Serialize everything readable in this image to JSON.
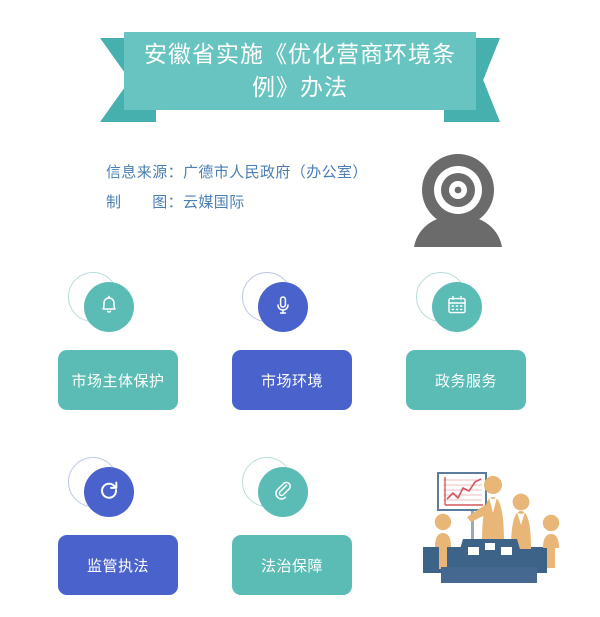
{
  "banner": {
    "title": "安徽省实施《优化营商环境条例》办法",
    "fill_color": "#68c4c0",
    "flap_color": "#45b0ad",
    "text_color": "#ffffff"
  },
  "source": {
    "text_color": "#4a7fb5",
    "lines": [
      "信息来源：广德市人民政府（办公室）",
      "制　　图：云媒国际"
    ]
  },
  "camera": {
    "icon": "webcam-icon",
    "color": "#6b6b6b"
  },
  "colors": {
    "teal": "#5bbcb6",
    "blue": "#4a63cc",
    "ring_teal": "#b8ddda",
    "ring_blue": "#bcc7ea",
    "illo_skin": "#e8b676",
    "illo_blue": "#3d6389",
    "illo_chart": "#d4575e"
  },
  "cards": [
    {
      "label": "市场主体保护",
      "icon": "bell-icon",
      "theme": "teal"
    },
    {
      "label": "市场环境",
      "icon": "microphone-icon",
      "theme": "blue"
    },
    {
      "label": "政务服务",
      "icon": "calendar-icon",
      "theme": "teal"
    },
    {
      "label": "监管执法",
      "icon": "refresh-icon",
      "theme": "blue"
    },
    {
      "label": "法治保障",
      "icon": "paperclip-icon",
      "theme": "teal"
    }
  ],
  "illustration": {
    "name": "meeting-presentation-illustration",
    "chart_type": "line"
  }
}
